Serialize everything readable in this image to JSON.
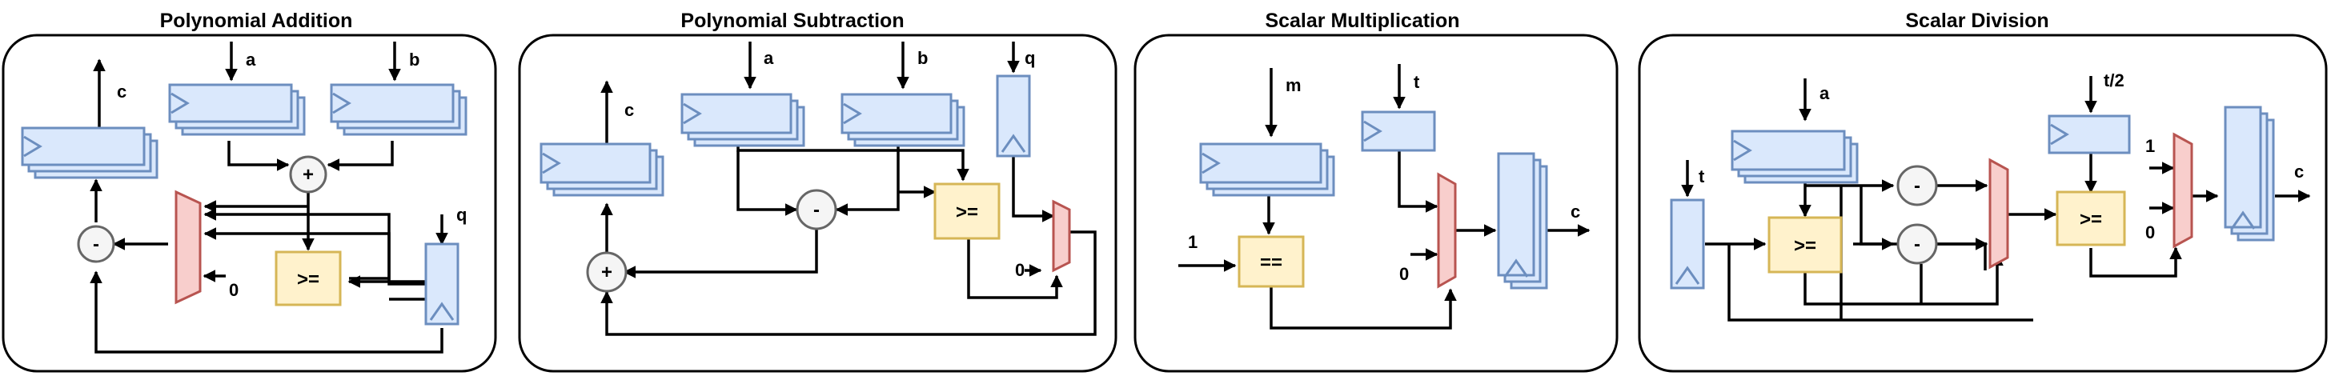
{
  "panels": [
    {
      "title": "Polynomial Addition",
      "signals": {
        "a": "a",
        "b": "b",
        "c": "c",
        "q": "q",
        "zero": "0"
      },
      "ops": {
        "add": "+",
        "sub": "-",
        "cmp": ">="
      }
    },
    {
      "title": "Polynomial Subtraction",
      "signals": {
        "a": "a",
        "b": "b",
        "c": "c",
        "q": "q",
        "zero": "0"
      },
      "ops": {
        "add": "+",
        "sub": "-",
        "cmp": ">="
      }
    },
    {
      "title": "Scalar Multiplication",
      "signals": {
        "m": "m",
        "t": "t",
        "c": "c",
        "one": "1",
        "zero": "0"
      },
      "ops": {
        "eq": "=="
      }
    },
    {
      "title": "Scalar Division",
      "signals": {
        "a": "a",
        "t": "t",
        "t_half": "t/2",
        "c": "c",
        "one": "1",
        "zero": "0"
      },
      "ops": {
        "sub1": "-",
        "sub2": "-",
        "cmp1": ">=",
        "cmp2": ">="
      }
    }
  ],
  "colors": {
    "register_fill": "#dae8fc",
    "register_stroke": "#6c8ebf",
    "comparator_fill": "#fff2cc",
    "comparator_stroke": "#d6b656",
    "mux_fill": "#f8cecc",
    "mux_stroke": "#b85450",
    "alu_fill": "#f5f5f5",
    "alu_stroke": "#666666"
  }
}
